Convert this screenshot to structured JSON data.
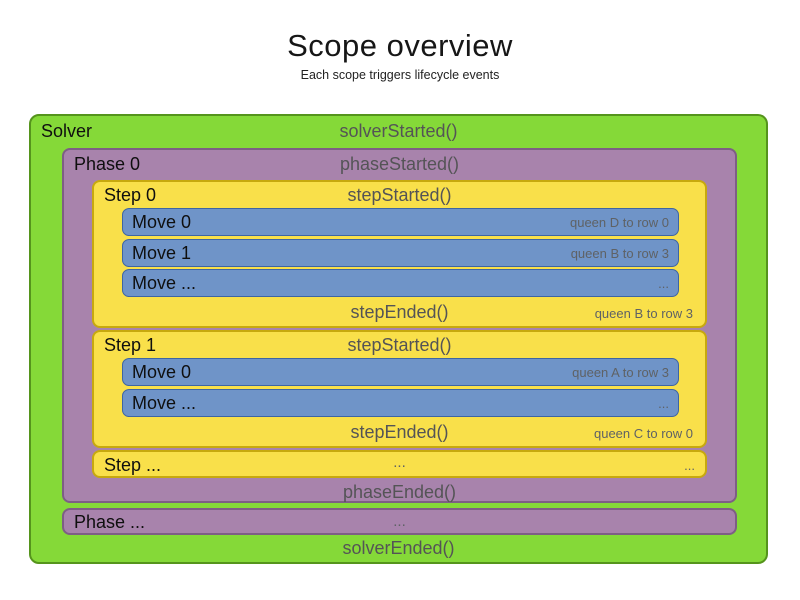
{
  "title": "Scope overview",
  "subtitle": "Each scope triggers lifecycle events",
  "colors": {
    "solver_bg": "#85d938",
    "solver_border": "#55941c",
    "phase_bg": "#a883ac",
    "phase_border": "#7e5e85",
    "step_bg": "#f9e04a",
    "step_border": "#c7a90e",
    "move_bg": "#6f94c8",
    "move_border": "#3e65a3",
    "label_text": "#0f0f0f",
    "event_text": "#545456",
    "annotation_text": "#5f6265"
  },
  "solver": {
    "label": "Solver",
    "started_event": "solverStarted()",
    "ended_event": "solverEnded()",
    "phases": [
      {
        "label": "Phase 0",
        "started_event": "phaseStarted()",
        "ended_event": "phaseEnded()",
        "steps": [
          {
            "label": "Step 0",
            "started_event": "stepStarted()",
            "ended_event": "stepEnded()",
            "ended_annotation": "queen B to row 3",
            "moves": [
              {
                "label": "Move 0",
                "annotation": "queen D to row 0"
              },
              {
                "label": "Move 1",
                "annotation": "queen B to row 3"
              },
              {
                "label": "Move ...",
                "annotation": "..."
              }
            ]
          },
          {
            "label": "Step 1",
            "started_event": "stepStarted()",
            "ended_event": "stepEnded()",
            "ended_annotation": "queen C to row 0",
            "moves": [
              {
                "label": "Move 0",
                "annotation": "queen A to row 3"
              },
              {
                "label": "Move ...",
                "annotation": "..."
              }
            ]
          },
          {
            "label": "Step ...",
            "center_text": "...",
            "right_text": "..."
          }
        ]
      },
      {
        "label": "Phase ...",
        "center_text": "..."
      }
    ]
  }
}
